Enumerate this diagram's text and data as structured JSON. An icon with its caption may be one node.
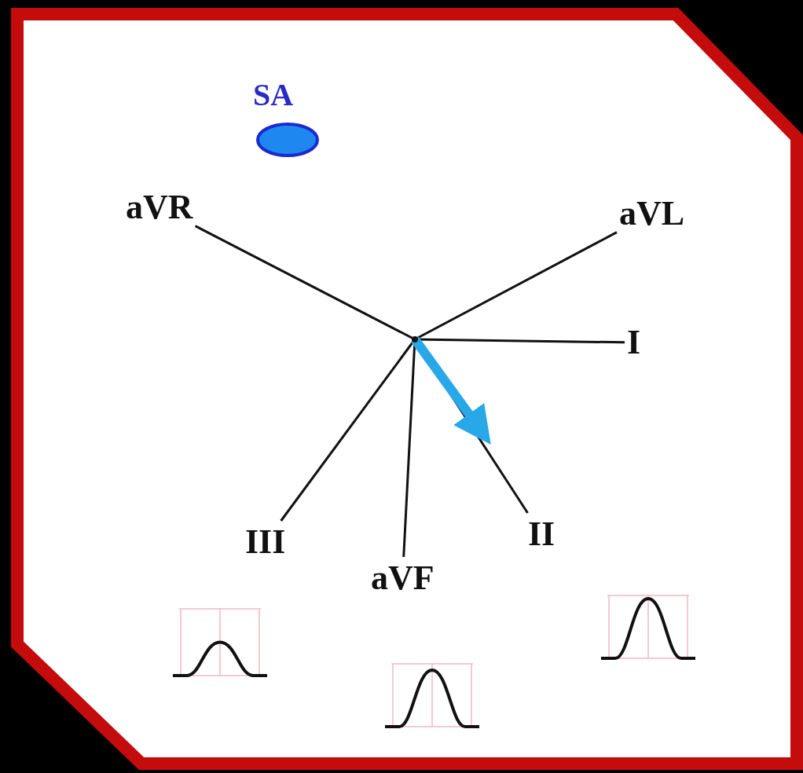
{
  "diagram": {
    "nodes": [
      {
        "text": [
          "SA"
        ]
      },
      {
        "text": [
          "aVR"
        ]
      },
      {
        "text": [
          "aVL"
        ]
      },
      {
        "text": [],
        "shape": "point"
      },
      {
        "text": [
          "I"
        ]
      },
      {
        "text": [
          "III"
        ]
      },
      {
        "text": [
          "aVF"
        ]
      },
      {
        "text": [
          "II"
        ]
      }
    ],
    "edges": [
      {
        "from": 3,
        "to": 1,
        "arrow": "none"
      },
      {
        "from": 3,
        "to": 2,
        "arrow": "none"
      },
      {
        "from": 3,
        "to": 4,
        "arrow": "none"
      },
      {
        "from": 3,
        "to": 5,
        "arrow": "none"
      },
      {
        "from": 3,
        "to": 6,
        "arrow": "none"
      },
      {
        "from": 3,
        "to": 7,
        "arrow": "none"
      },
      {
        "from": 3,
        "to": null,
        "arrow": "to",
        "style": "thick",
        "color": "#29a8e8"
      }
    ]
  }
}
